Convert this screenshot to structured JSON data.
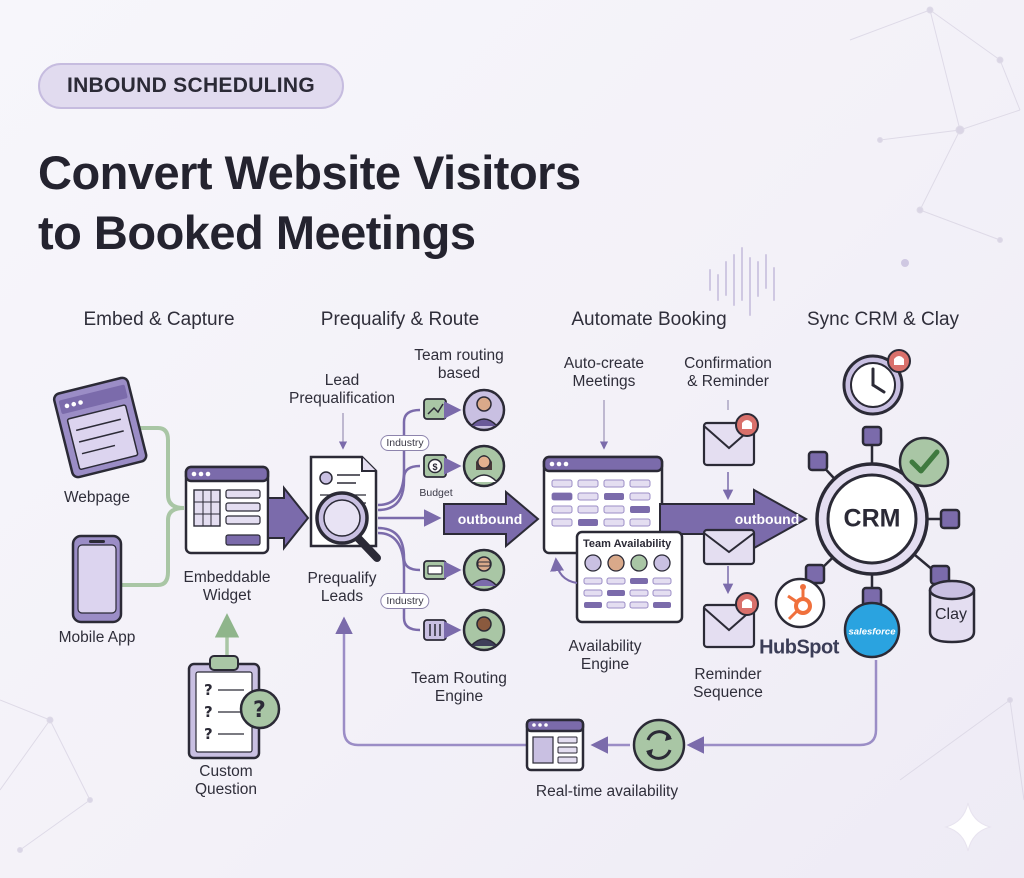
{
  "badge": "INBOUND SCHEDULING",
  "title": {
    "line1": "Convert Website Visitors",
    "line2": "to Booked Meetings"
  },
  "stages": [
    "Embed & Capture",
    "Prequalify & Route",
    "Automate Booking",
    "Sync CRM & Clay"
  ],
  "nodes": {
    "webpage": "Webpage",
    "mobile_app": "Mobile App",
    "widget": [
      "Embeddable",
      "Widget"
    ],
    "custom_question": [
      "Custom",
      "Question"
    ],
    "lead_prequal": [
      "Lead",
      "Prequalification"
    ],
    "prequalify_leads": [
      "Prequalify",
      "Leads"
    ],
    "team_routing_based": [
      "Team routing",
      "based"
    ],
    "team_routing_engine": [
      "Team Routing",
      "Engine"
    ],
    "auto_create": [
      "Auto-create",
      "Meetings"
    ],
    "confirmation": [
      "Confirmation",
      "& Reminder"
    ],
    "availability_engine": [
      "Availability",
      "Engine"
    ],
    "reminder_sequence": [
      "Reminder",
      "Sequence"
    ],
    "team_availability": "Team Availability",
    "realtime": "Real-time availability",
    "crm": "CRM",
    "clay": "Clay",
    "hubspot": "HubSpot",
    "salesforce": "salesforce"
  },
  "tags": {
    "industry_top": "Industry",
    "budget": "Budget",
    "industry_bottom": "Industry"
  },
  "arrows": {
    "outbound_1": "outbound",
    "outbound_2": "outbound"
  },
  "colors": {
    "accent": "#7b6bab",
    "accent_dark": "#6a5a99",
    "accent_light": "#c9c0e2",
    "panel": "#e4def1",
    "sage": "#a9c6a5",
    "hubspot": "#f0703c",
    "salesforce": "#2aa3e0",
    "bell": "#d9706b",
    "check": "#5a9b5a"
  }
}
